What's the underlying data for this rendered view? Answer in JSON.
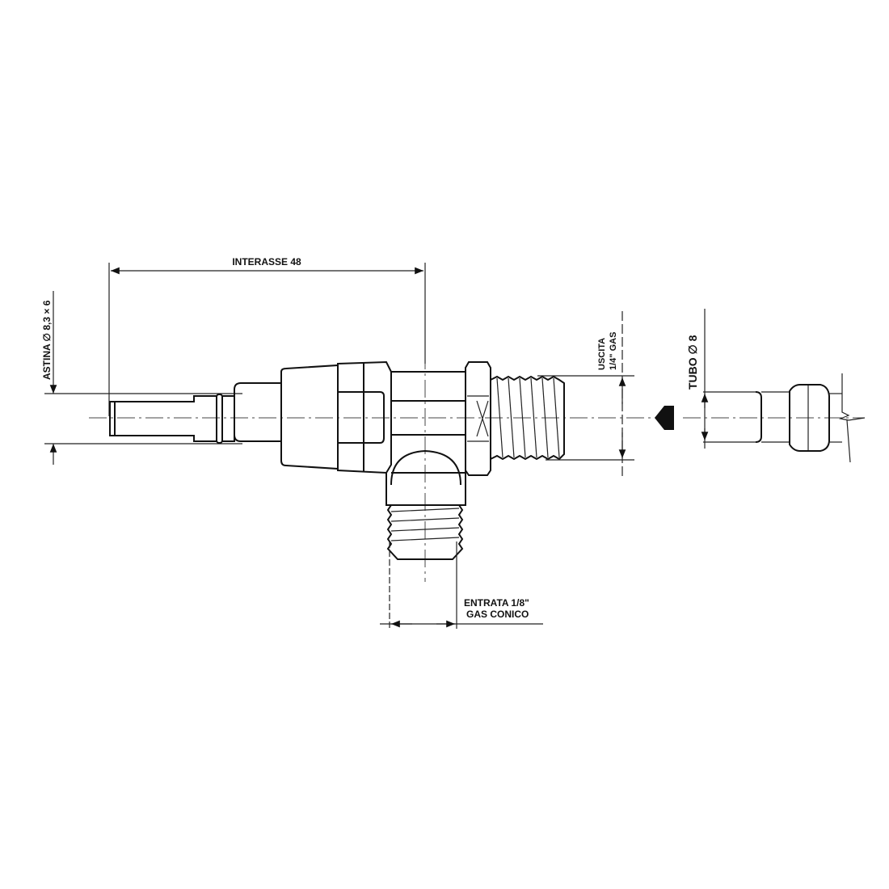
{
  "drawing": {
    "title": "Gas valve technical drawing",
    "labels": {
      "interasse": "INTERASSE 48",
      "astina": "ASTINA ∅ 8,3 × 6",
      "uscita_line1": "USCITA",
      "uscita_line2": "1/4\" GAS",
      "tubo": "TUBO ∅ 8",
      "entrata_line1": "ENTRATA 1/8\"",
      "entrata_line2": "GAS CONICO"
    },
    "colors": {
      "line": "#111111",
      "background": "#ffffff"
    }
  }
}
